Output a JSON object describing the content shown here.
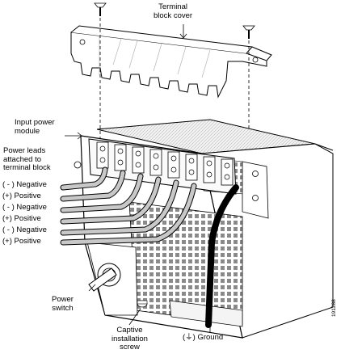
{
  "labels": {
    "terminal_block_cover": [
      "Terminal",
      "block cover"
    ],
    "input_power_module": [
      "Input power",
      "module"
    ],
    "power_leads": [
      "Power leads",
      "attached to",
      "terminal block"
    ],
    "leads": [
      "( - ) Negative",
      "(+)  Positive",
      "( - ) Negative",
      "(+)  Positive",
      "( - ) Negative",
      "(+)  Positive"
    ],
    "power_switch": [
      "Power",
      "switch"
    ],
    "captive_screw": [
      "Captive",
      "installation",
      "screw"
    ],
    "ground": "Ground",
    "ground_symbol": "(⏚)",
    "figure_id": "191288"
  }
}
